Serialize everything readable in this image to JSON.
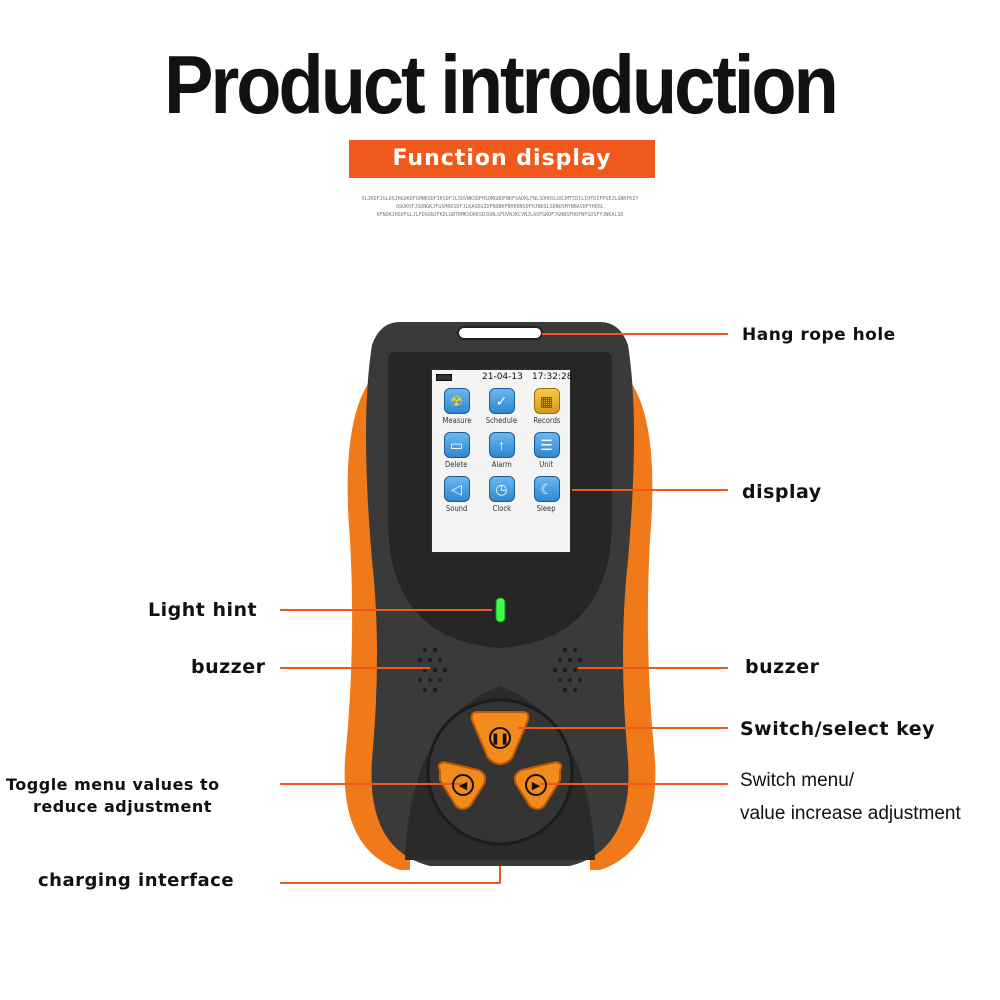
{
  "header": {
    "title": "Product introduction",
    "subtitle": "Function display",
    "fine_print": [
      "OLJKDFJGLDSJHGOKDFGHNKSDFIKSDFJLSDVNKSDFHSDNGBDFNKFSADKLFNLSDHOSLDDJMTCDILIOFDIFPSEJLGNKFKIY",
      "OSUKOFJSDNGKJFGSHRKSDFJLKASDGIDFNOBKFBHERNSDFHJNDSLSDNOSMYNBASDFYHDSL",
      "KFNOKJHSDFGLJLFDSGNJFKDLGNTRMKSDRKSDJGNLSFDVNJKCVNJLASFGKDFJGNBSFHDFNFSDSFYJNKALSD"
    ]
  },
  "screen": {
    "date": "21-04-13",
    "time": "17:32:28",
    "apps": [
      {
        "label": "Measure",
        "icon": "radiation-icon"
      },
      {
        "label": "Schedule",
        "icon": "clock-check-icon"
      },
      {
        "label": "Records",
        "icon": "folder-icon"
      },
      {
        "label": "Delete",
        "icon": "trash-icon"
      },
      {
        "label": "Alarm",
        "icon": "alarm-icon"
      },
      {
        "label": "Unit",
        "icon": "list-icon"
      },
      {
        "label": "Sound",
        "icon": "speaker-icon"
      },
      {
        "label": "Clock",
        "icon": "clock-icon"
      },
      {
        "label": "Sleep",
        "icon": "moon-icon"
      }
    ]
  },
  "callouts": {
    "hang_rope_hole": "Hang rope hole",
    "display": "display",
    "light_hint": "Light hint",
    "buzzer_left": "buzzer",
    "buzzer_right": "buzzer",
    "switch_select_key": "Switch/select key",
    "toggle_line1": "Toggle menu values to",
    "toggle_line2": "reduce adjustment",
    "switch_menu_line1": "Switch menu/",
    "switch_menu_line2": "value increase adjustment",
    "charging_interface": "charging interface"
  },
  "colors": {
    "accent_orange": "#ef5a1c",
    "device_orange": "#f07a1a",
    "device_body": "#3a3a3a",
    "led_green": "#3bff4a"
  }
}
